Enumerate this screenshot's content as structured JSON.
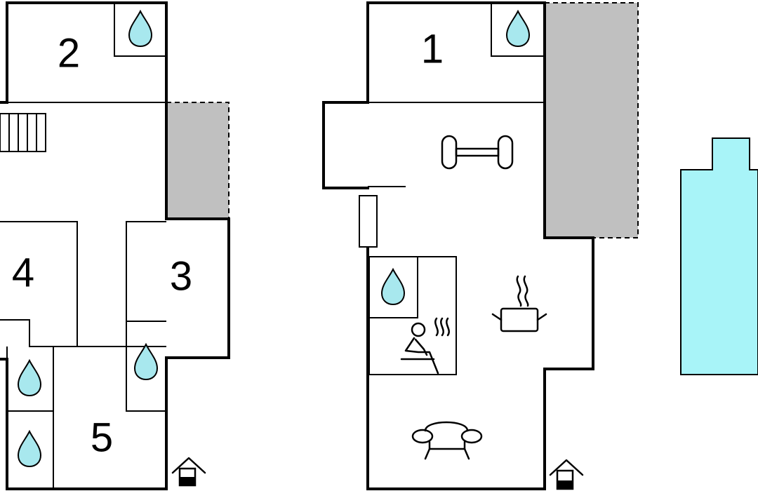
{
  "floor_plan": {
    "rooms": [
      {
        "label": "2"
      },
      {
        "label": "4"
      },
      {
        "label": "3"
      },
      {
        "label": "5"
      },
      {
        "label": "1"
      }
    ],
    "colors": {
      "wall": "#000000",
      "terrace": "#c0c0c0",
      "water": "#a8e8ee",
      "pool": "#a8f4f8"
    },
    "icons": [
      "water-drop-icon",
      "stairs-icon",
      "dumbbell-icon",
      "sauna-icon",
      "cooking-pot-icon",
      "sofa-icon",
      "entrance-icon"
    ]
  }
}
